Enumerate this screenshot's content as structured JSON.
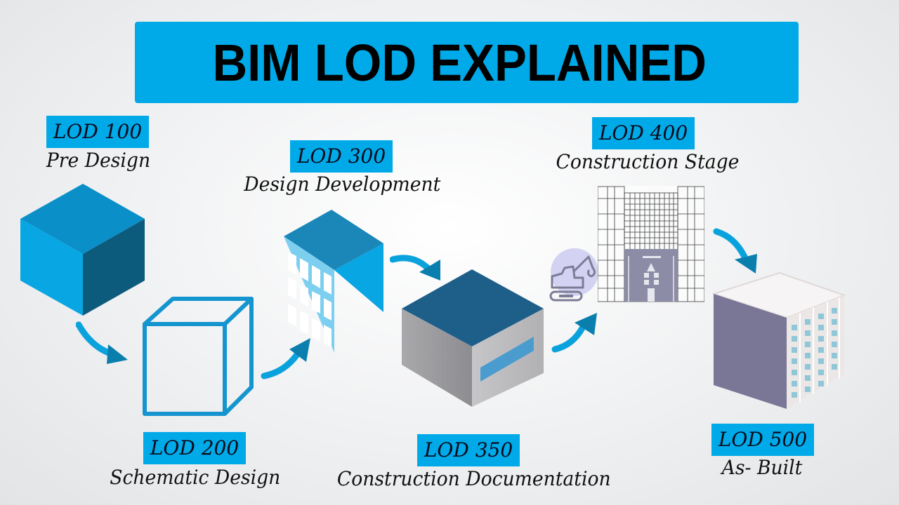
{
  "title": "BIM LOD EXPLAINED",
  "colors": {
    "accent": "#00a9e8",
    "cube_light": "#0aa4e0",
    "cube_dark": "#0d5b7c",
    "roof_dark": "#1e5f8a",
    "wall_gray": "#9a9a9e",
    "wall_purple": "#7a7696",
    "background": "#f0f1f2"
  },
  "stages": [
    {
      "lod": "LOD 100",
      "label": "Pre Design",
      "icon": "solid-cube-icon"
    },
    {
      "lod": "LOD 200",
      "label": "Schematic Design",
      "icon": "wireframe-cube-icon"
    },
    {
      "lod": "LOD 300",
      "label": "Design Development",
      "icon": "building-with-windows-icon"
    },
    {
      "lod": "LOD 350",
      "label": "Construction Documentation",
      "icon": "detailed-block-icon"
    },
    {
      "lod": "LOD 400",
      "label": "Construction Stage",
      "icon": "facade-elevation-icon"
    },
    {
      "lod": "LOD 500",
      "label": "As- Built",
      "icon": "finished-building-icon"
    }
  ],
  "flow": [
    "LOD 100",
    "LOD 200",
    "LOD 300",
    "LOD 350",
    "LOD 400",
    "LOD 500"
  ]
}
